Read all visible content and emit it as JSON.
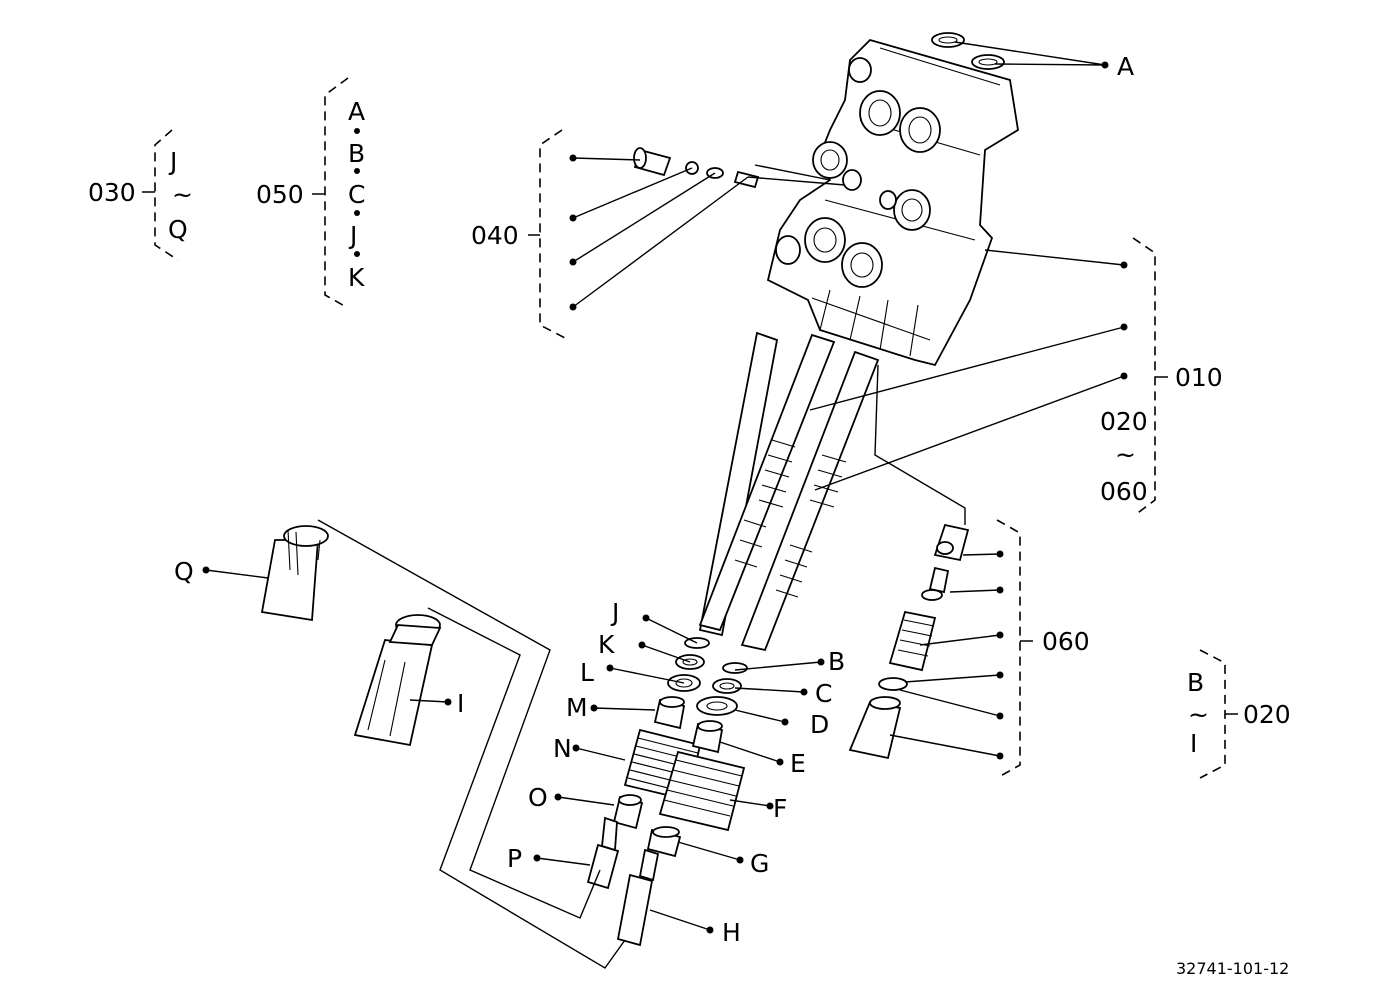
{
  "drawing_number": "32741-101-12",
  "groups": {
    "g030": {
      "code": "030",
      "top": "J",
      "tilde": "~",
      "bottom": "Q"
    },
    "g050": {
      "code": "050",
      "items": [
        "A",
        "B",
        "C",
        "J",
        "K"
      ]
    },
    "g040": {
      "code": "040"
    },
    "g010": {
      "code": "010"
    },
    "g020_060": {
      "code_top": "020",
      "tilde": "~",
      "code_bottom": "060"
    },
    "g060": {
      "code": "060"
    },
    "g020": {
      "code": "020",
      "top": "B",
      "tilde": "~",
      "bottom": "I"
    }
  },
  "letters": {
    "A": "A",
    "B": "B",
    "C": "C",
    "D": "D",
    "E": "E",
    "F": "F",
    "G": "G",
    "H": "H",
    "I": "I",
    "J": "J",
    "K": "K",
    "L": "L",
    "M": "M",
    "N": "N",
    "O": "O",
    "P": "P",
    "Q": "Q"
  }
}
